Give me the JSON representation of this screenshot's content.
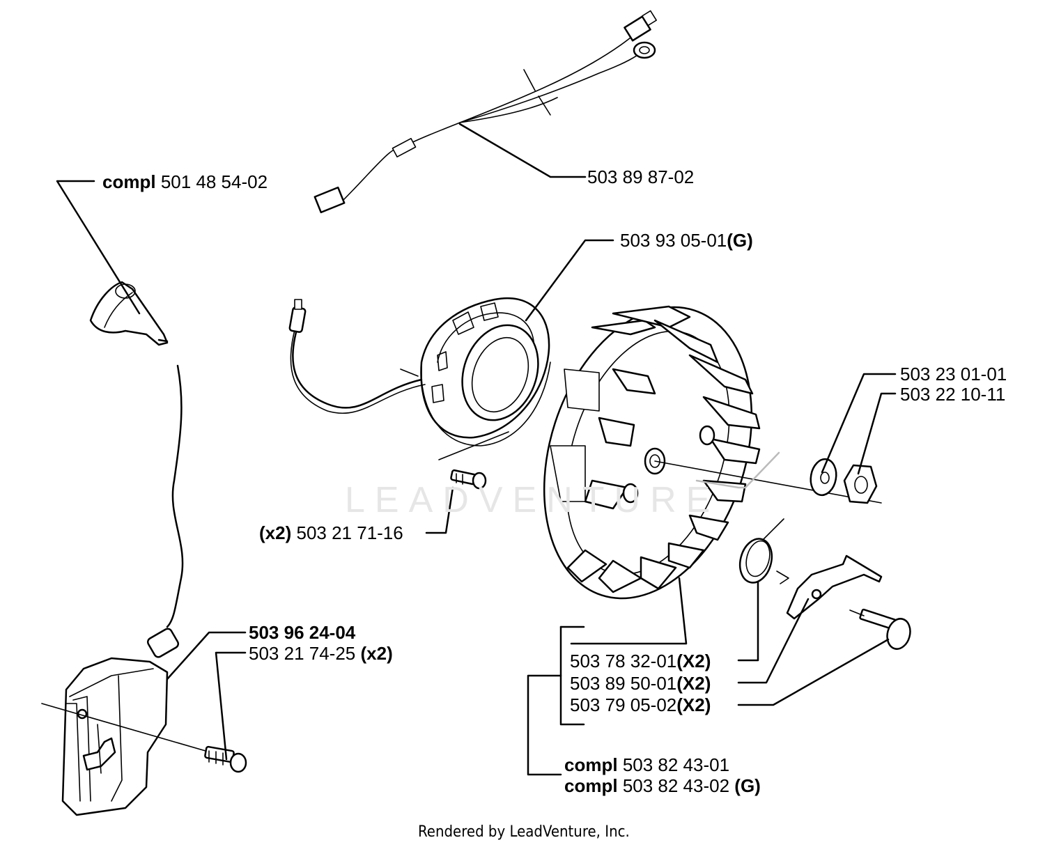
{
  "labels": {
    "cap_prefix": "compl",
    "cap_number": "501 48 54-02",
    "harness": "503 89 87-02",
    "stator_number": "503 93 05-01",
    "stator_suffix": "(G)",
    "screw_qty": "(x2)",
    "screw_number": "503 21 71-16",
    "washer": "503 23 01-01",
    "nut": "503 22 10-11",
    "module": "503 96 24-04",
    "module_screw_number": "503 21 74-25",
    "module_screw_qty": "(x2)",
    "flywheel_a_number": "503 78 32-01",
    "flywheel_a_qty": "(X2)",
    "flywheel_b_number": "503 89 50-01",
    "flywheel_b_qty": "(X2)",
    "flywheel_c_number": "503 79 05-02",
    "flywheel_c_qty": "(X2)",
    "compl_a_prefix": "compl",
    "compl_a_number": "503 82 43-01",
    "compl_b_prefix": "compl",
    "compl_b_number": "503 82 43-02",
    "compl_b_suffix": "(G)"
  },
  "watermark": "LEADVENTURE",
  "footer": "Rendered by LeadVenture, Inc."
}
